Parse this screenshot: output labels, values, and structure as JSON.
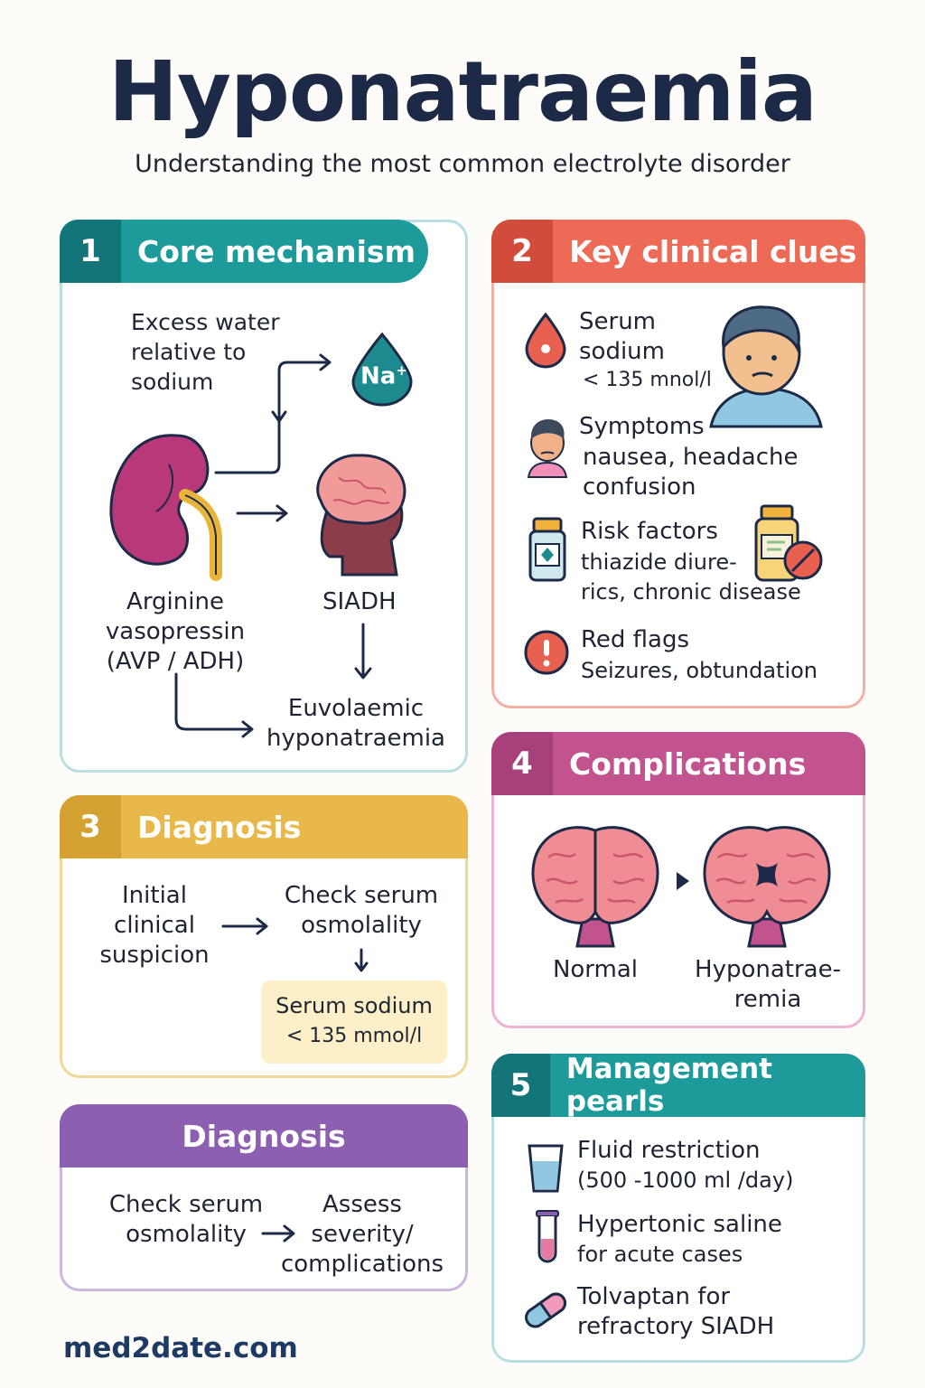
{
  "title": "Hyponatraemia",
  "subtitle": "Understanding the most common electrolyte disorder",
  "panel1": {
    "num": "1",
    "title": "Core mechanism",
    "excess_water": [
      "Excess water",
      "relative to",
      "sodium"
    ],
    "na_label": "Na",
    "na_sup": "+",
    "avp": [
      "Arginine",
      "vasopressin",
      "(AVP / ADH)"
    ],
    "siadh": "SIADH",
    "euvolaemic": [
      "Euvolaemic",
      "hyponatraemia"
    ]
  },
  "panel2": {
    "num": "2",
    "title": "Key clinical clues",
    "serum_title": [
      "Serum",
      "sodium"
    ],
    "serum_value": "< 135 mnol/l",
    "symptoms_title": "Symptoms",
    "symptoms_text": [
      "nausea, headache",
      "confusion"
    ],
    "risk_title": "Risk factors",
    "risk_text": [
      "thiazide diure-",
      "rics, chronic disease"
    ],
    "flags_title": "Red flags",
    "flags_text": "Seizures, obtundation"
  },
  "panel3": {
    "num": "3",
    "title": "Diagnosis",
    "initial": [
      "Initial",
      "clinical",
      "suspicion"
    ],
    "check": [
      "Check serum",
      "osmolality"
    ],
    "serum_box": [
      "Serum sodium",
      "< 135 mmol/l"
    ]
  },
  "panel3b": {
    "title": "Diagnosis",
    "check": [
      "Check serum",
      "osmolality"
    ],
    "assess": [
      "Assess",
      "severity/",
      "complications"
    ]
  },
  "panel4": {
    "num": "4",
    "title": "Complications",
    "normal": "Normal",
    "hypo": [
      "Hyponatrae-",
      "remia"
    ]
  },
  "panel5": {
    "num": "5",
    "title": "Management pearls",
    "fluid": [
      "Fluid restriction",
      "(500 -1000 ml /day)"
    ],
    "saline": [
      "Hypertonic saline",
      "for acute cases"
    ],
    "tolvaptan": [
      "Tolvaptan for",
      "refractory SIADH"
    ]
  },
  "footer": "med2date.com",
  "colors": {
    "teal": "#1d8a8e",
    "teal_dark": "#137479",
    "coral": "#e8604f",
    "coral_dark": "#d24c3c",
    "mustard": "#e3b445",
    "mustard_dark": "#d3a232",
    "purple": "#8d5fb0",
    "magenta": "#bf4f88",
    "magenta_dark": "#a8407a"
  },
  "icons": [
    "droplet-na-icon",
    "kidney-icon",
    "brain-head-icon",
    "droplet-icon",
    "person-worried-icon",
    "face-icon",
    "pill-bottle-icon",
    "no-drug-icon",
    "warning-icon",
    "brain-normal-icon",
    "brain-swollen-icon",
    "glass-icon",
    "test-tube-icon",
    "capsule-icon",
    "arrow-icon"
  ]
}
